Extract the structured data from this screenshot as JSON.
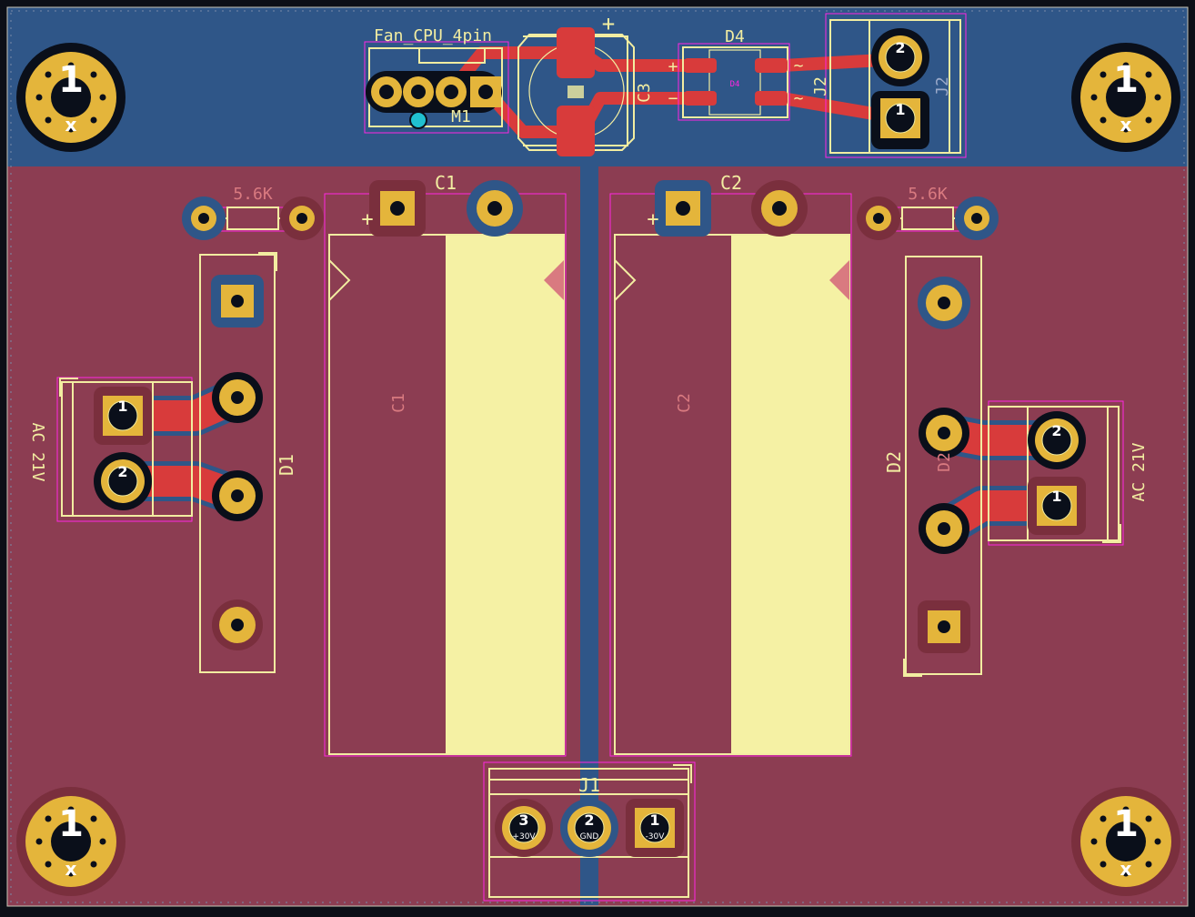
{
  "board": {
    "colors": {
      "background": "#0c0f17",
      "back_copper": "#2f5688",
      "front_copper_pour": "#8c3d52",
      "front_trace": "#d83b3b",
      "pad": "#e4b53b",
      "silkscreen": "#f2eda1",
      "courtyard": "#ff26e2",
      "fab": "#d97a80",
      "via": "#20c0d0"
    }
  },
  "mounting_holes": [
    {
      "number": "1",
      "mark": "x"
    },
    {
      "number": "1",
      "mark": "x"
    },
    {
      "number": "1",
      "mark": "x"
    },
    {
      "number": "1",
      "mark": "x"
    }
  ],
  "components": {
    "fan": {
      "ref": "M1",
      "value": "Fan_CPU_4pin"
    },
    "c3": {
      "ref": "C3",
      "plus": "+"
    },
    "d4": {
      "ref": "D4",
      "plus": "+",
      "minus": "−",
      "ac1": "~",
      "ac2": "~"
    },
    "j2": {
      "ref": "J2",
      "ref_fab": "J2",
      "pad1": "1",
      "pad2": "2"
    },
    "c1": {
      "ref": "C1",
      "ref_fab": "C1",
      "plus": "+"
    },
    "c2": {
      "ref": "C2",
      "ref_fab": "C2",
      "plus": "+"
    },
    "r_left": {
      "value": "5.6K"
    },
    "r_right": {
      "value": "5.6K"
    },
    "d1": {
      "ref": "D1"
    },
    "d2": {
      "ref": "D2",
      "ref_fab": "D2"
    },
    "ac_left": {
      "label": "AC 21V",
      "pad1": "1",
      "pad2": "2"
    },
    "ac_right": {
      "label": "AC 21V",
      "pad1": "1",
      "pad2": "2"
    },
    "j1": {
      "ref": "J1",
      "pins": [
        {
          "num": "3",
          "net": "+30V"
        },
        {
          "num": "2",
          "net": "GND"
        },
        {
          "num": "1",
          "net": "-30V"
        }
      ]
    }
  }
}
